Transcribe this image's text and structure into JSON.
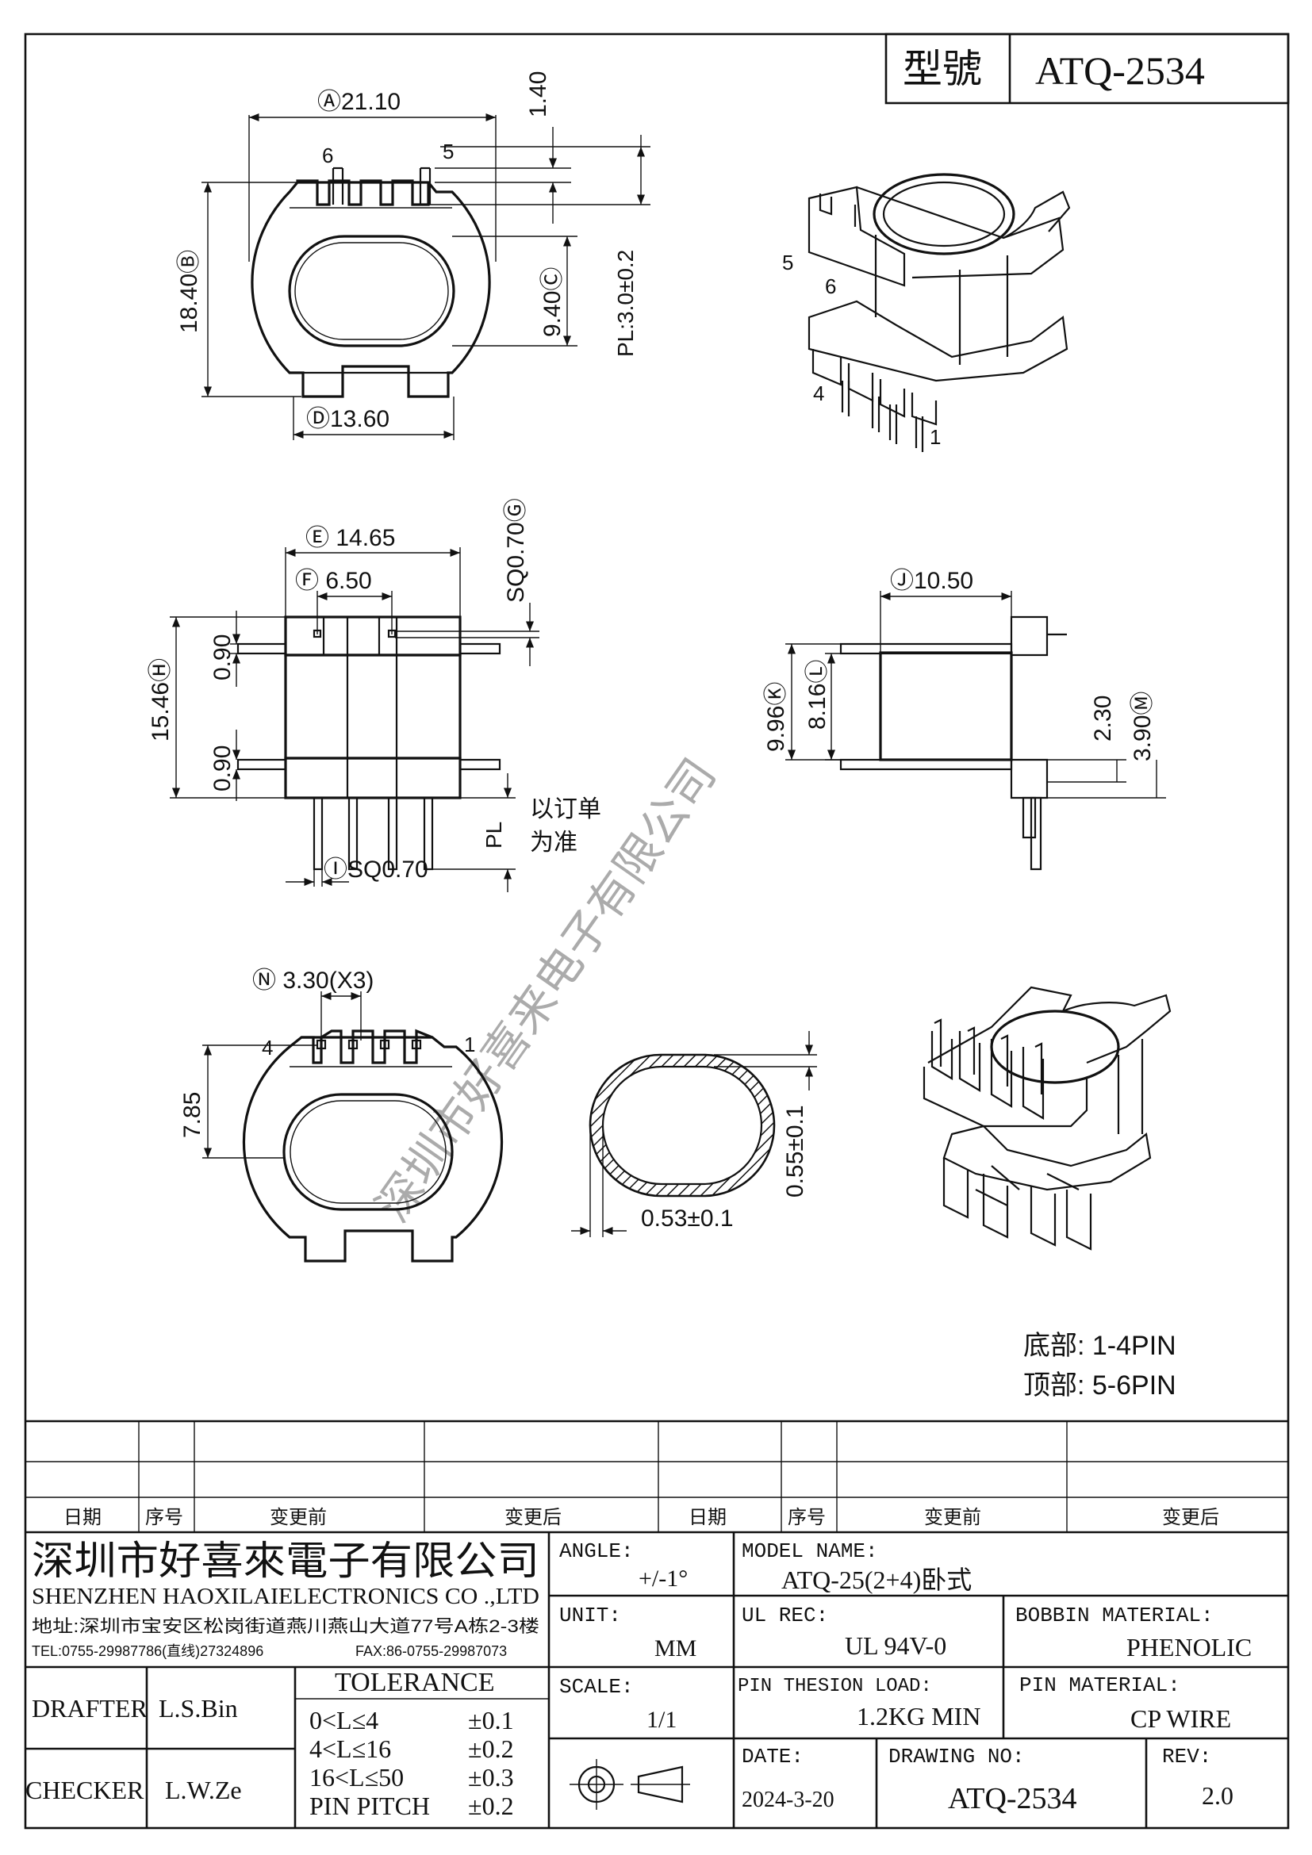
{
  "title_block": {
    "label": "型號",
    "model": "ATQ-2534"
  },
  "front_view": {
    "dim_a": "Ⓐ21.10",
    "dim_top": "1.40",
    "dim_b": "18.40Ⓑ",
    "dim_c": "9.40Ⓒ",
    "dim_pl": "PL:3.0±0.2",
    "dim_d": "Ⓓ13.60",
    "pin_6": "6",
    "pin_5": "5"
  },
  "iso_top": {
    "pin_5": "5",
    "pin_6": "6",
    "pin_4": "4",
    "pin_1": "1"
  },
  "side_view": {
    "dim_e": "Ⓔ 14.65",
    "dim_f": "Ⓕ 6.50",
    "dim_g": "SQ0.70Ⓖ",
    "dim_h": "15.46Ⓗ",
    "dim_090a": "0.90",
    "dim_090b": "0.90",
    "dim_pl": "PL",
    "note_line1": "以订单",
    "note_line2": "为准",
    "dim_i": "ⒾSQ0.70"
  },
  "right_view": {
    "dim_j": "Ⓙ10.50",
    "dim_k": "9.96Ⓚ",
    "dim_l": "8.16Ⓛ",
    "dim_230": "2.30",
    "dim_m": "3.90Ⓜ"
  },
  "bottom_view": {
    "dim_n": "Ⓝ 3.30(X3)",
    "dim_785": "7.85",
    "pin_4": "4",
    "pin_1": "1"
  },
  "section_view": {
    "dim_053": "0.53±0.1",
    "dim_055": "0.55±0.1"
  },
  "pin_notes": {
    "bottom": "底部: 1-4PIN",
    "top": "顶部: 5-6PIN"
  },
  "revision_table": {
    "headers": [
      "日期",
      "序号",
      "变更前",
      "变更后",
      "日期",
      "序号",
      "变更前",
      "变更后"
    ]
  },
  "company": {
    "name_cn": "深圳市好喜來電子有限公司",
    "name_en": "SHENZHEN HAOXILAIELECTRONICS CO .,LTD",
    "address": "地址:深圳市宝安区松岗街道燕川燕山大道77号A栋2-3楼",
    "tel": "TEL:0755-29987786(直线)27324896",
    "fax": "FAX:86-0755-29987073"
  },
  "fields": {
    "angle_label": "ANGLE:",
    "angle_value": "+/-1°",
    "model_label": "MODEL NAME:",
    "model_value": "ATQ-25(2+4)卧式",
    "unit_label": "UNIT:",
    "unit_value": "MM",
    "ul_label": "UL REC:",
    "ul_value": "UL 94V-0",
    "bobbin_label": "BOBBIN MATERIAL:",
    "bobbin_value": "PHENOLIC",
    "scale_label": "SCALE:",
    "scale_value": "1/1",
    "load_label": "PIN THESION LOAD:",
    "load_value": "1.2KG MIN",
    "pinmat_label": "PIN MATERIAL:",
    "pinmat_value": "CP  WIRE",
    "date_label": "DATE:",
    "date_value": "2024-3-20",
    "drawno_label": "DRAWING NO:",
    "drawno_value": "ATQ-2534",
    "rev_label": "REV:",
    "rev_value": "2.0"
  },
  "staff": {
    "drafter_label": "DRAFTER",
    "drafter_value": "L.S.Bin",
    "checker_label": "CHECKER",
    "checker_value": "L.W.Ze"
  },
  "tolerance": {
    "title": "TOLERANCE",
    "rows": [
      {
        "range": "0<L≤4",
        "tol": "±0.1"
      },
      {
        "range": "4<L≤16",
        "tol": "±0.2"
      },
      {
        "range": "16<L≤50",
        "tol": "±0.3"
      },
      {
        "range": "PIN PITCH",
        "tol": "±0.2"
      }
    ]
  },
  "watermark": "深圳市好喜来电子有限公司"
}
